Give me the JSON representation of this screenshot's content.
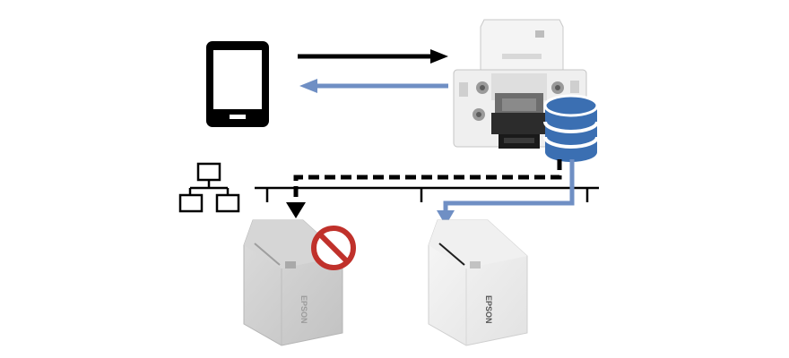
{
  "diagram": {
    "nodes": [
      {
        "id": "tablet",
        "icon": "tablet-icon"
      },
      {
        "id": "server-printer",
        "icon": "server-printer-image"
      },
      {
        "id": "database",
        "icon": "database-icon"
      },
      {
        "id": "network",
        "icon": "network-icon"
      },
      {
        "id": "printer-offline",
        "icon": "receipt-printer-image",
        "state": "unavailable",
        "brand_text": "EPSON"
      },
      {
        "id": "printer-online",
        "icon": "receipt-printer-image",
        "state": "available",
        "brand_text": "EPSON"
      }
    ],
    "edges": [
      {
        "from": "tablet",
        "to": "server-printer",
        "style": "solid",
        "color": "#000000"
      },
      {
        "from": "server-printer",
        "to": "tablet",
        "style": "solid",
        "color": "#6f8fc4"
      },
      {
        "from": "database",
        "to": "printer-offline",
        "style": "dashed",
        "color": "#000000"
      },
      {
        "from": "database",
        "to": "printer-online",
        "style": "solid",
        "color": "#6f8fc4"
      }
    ],
    "colors": {
      "accent_blue": "#6f8fc4",
      "line_black": "#000000",
      "prohibit_red": "#c0312b",
      "database_blue": "#3b6fb2"
    },
    "status_icons": [
      {
        "name": "prohibited-icon",
        "target": "printer-offline"
      }
    ]
  }
}
